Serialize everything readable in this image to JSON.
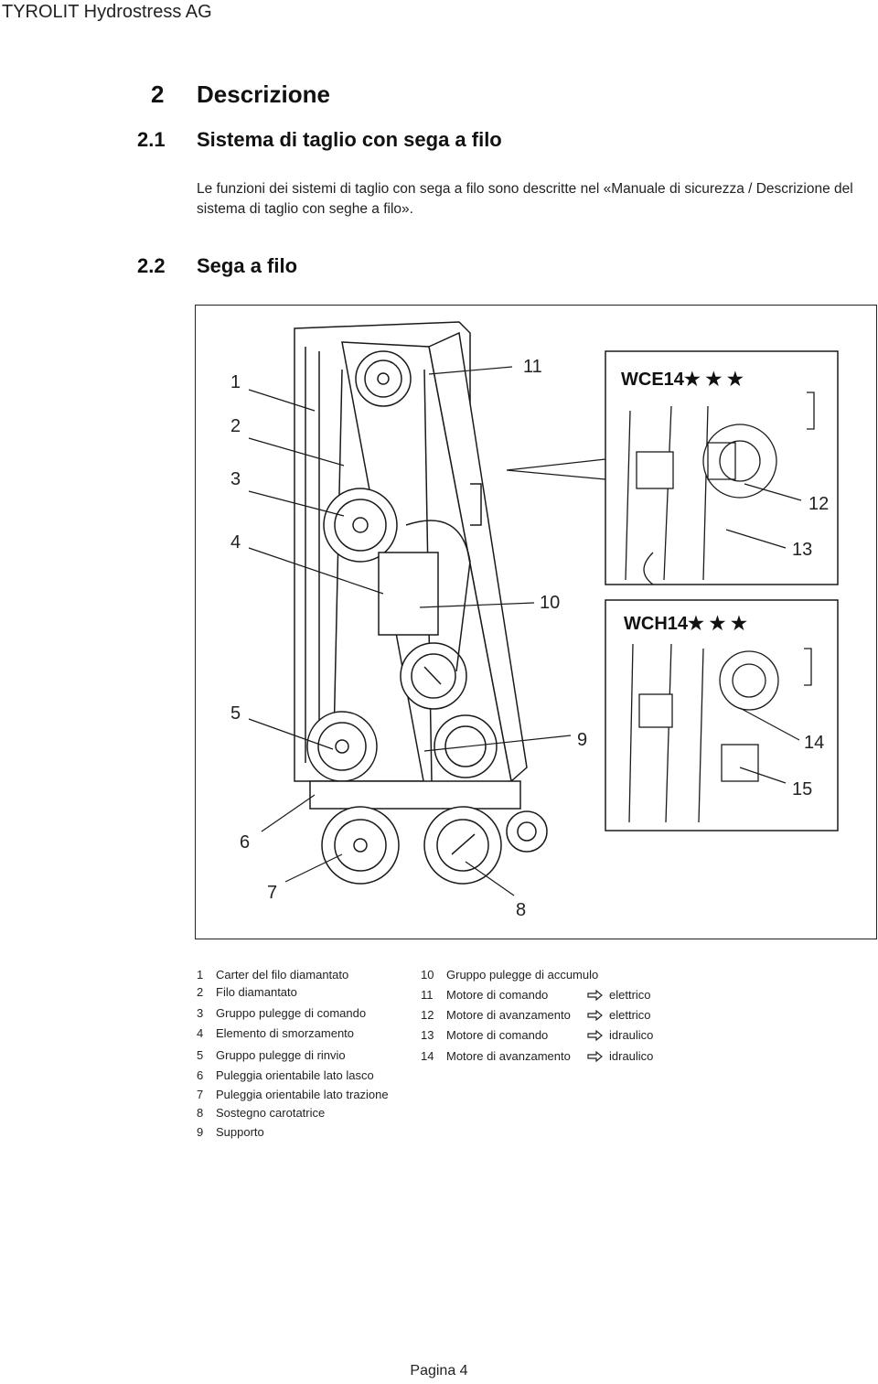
{
  "header": {
    "company": "TYROLIT Hydrostress AG"
  },
  "section1": {
    "number": "2",
    "title": "Descrizione"
  },
  "section2": {
    "number": "2.1",
    "title": "Sistema di taglio con sega a filo",
    "intro": "Le funzioni dei sistemi di taglio con sega a filo sono descritte nel «Manuale di sicurezza / Descrizione del sistema di taglio con seghe a filo»."
  },
  "section3": {
    "number": "2.2",
    "title": "Sega a filo"
  },
  "figure": {
    "panel_top_title": "WCE14★ ★ ★",
    "panel_bottom_title": "WCH14★ ★ ★",
    "callouts": [
      "1",
      "2",
      "3",
      "4",
      "5",
      "6",
      "7",
      "8",
      "9",
      "10",
      "11",
      "12",
      "13",
      "14",
      "15"
    ]
  },
  "legend": {
    "left": [
      {
        "num": "1",
        "text": "Carter del filo diamantato"
      },
      {
        "num": "2",
        "text": "Filo diamantato"
      },
      {
        "num": "3",
        "text": "Gruppo pulegge di comando"
      },
      {
        "num": "4",
        "text": "Elemento di smorzamento"
      },
      {
        "num": "5",
        "text": "Gruppo pulegge di rinvio"
      },
      {
        "num": "6",
        "text": "Puleggia orientabile lato lasco"
      },
      {
        "num": "7",
        "text": "Puleggia orientabile lato trazione"
      },
      {
        "num": "8",
        "text": "Sostegno carotatrice"
      },
      {
        "num": "9",
        "text": "Supporto"
      }
    ],
    "right": [
      {
        "num": "10",
        "text": "Gruppo pulegge di accumulo",
        "kind": ""
      },
      {
        "num": "11",
        "text": "Motore di comando",
        "kind": "elettrico"
      },
      {
        "num": "12",
        "text": "Motore di avanzamento",
        "kind": "elettrico"
      },
      {
        "num": "13",
        "text": "Motore di comando",
        "kind": "idraulico"
      },
      {
        "num": "14",
        "text": "Motore di avanzamento",
        "kind": "idraulico"
      }
    ]
  },
  "footer": {
    "page": "Pagina 4"
  }
}
